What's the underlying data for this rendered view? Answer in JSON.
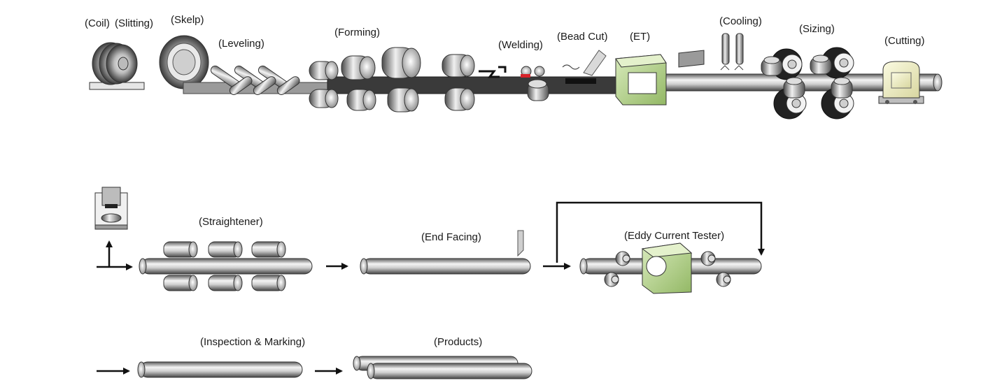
{
  "diagram": {
    "row1_labels": {
      "coil": "(Coil)",
      "slitting": "(Slitting)",
      "skelp": "(Skelp)",
      "leveling": "(Leveling)",
      "forming": "(Forming)",
      "welding": "(Welding)",
      "bead_cut": "(Bead Cut)",
      "et": "(ET)",
      "cooling": "(Cooling)",
      "sizing": "(Sizing)",
      "cutting": "(Cutting)"
    },
    "row2_labels": {
      "straightener": "(Straightener)",
      "end_facing": "(End Facing)",
      "eddy_current_tester": "(Eddy Current Tester)"
    },
    "row3_labels": {
      "inspection_marking": "(Inspection & Marking)",
      "products": "(Products)"
    },
    "colors": {
      "pipe_dark": "#4a4a4a",
      "pipe_light": "#f2f2f2",
      "tester_green": "#b7d58c",
      "cutter_yellow": "#f1f0c4",
      "weld_red": "#d8232a",
      "arrow": "#111111"
    }
  }
}
